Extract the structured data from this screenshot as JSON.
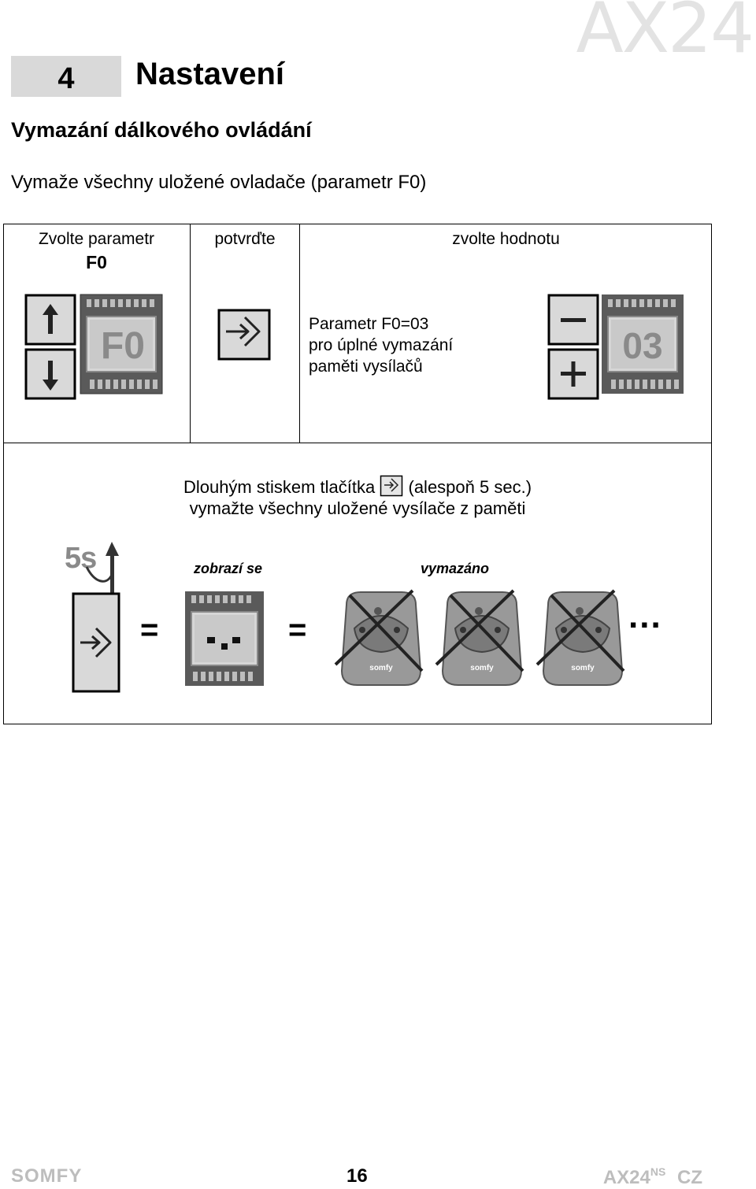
{
  "brand": "AX24",
  "chapter": {
    "number": "4",
    "title": "Nastavení"
  },
  "section_title": "Vymazání dálkového ovládání",
  "description": "Vymaže všechny uložené ovladače (parametr F0)",
  "steps": {
    "select_label": "Zvolte parametr",
    "select_param": "F0",
    "confirm_label": "potvrďte",
    "value_label": "zvolte hodnotu",
    "display_f0": "F0",
    "display_value": "03",
    "note_lines": [
      "Parametr F0=03",
      "pro úplné vymazání",
      "paměti vysílačů"
    ]
  },
  "instruction": {
    "line1_a": "Dlouhým stiskem tlačítka",
    "line1_b": "(alespoň 5 sec.)",
    "line2": "vymažte všechny uložené vysílače z paměti",
    "hold_time": "5s",
    "caption_display": "zobrazí se",
    "caption_erased": "vymazáno",
    "equals": "=",
    "ellipsis": "...",
    "display_symbol": "-.-",
    "remote_brand": "somfy"
  },
  "footer": {
    "brand": "SOMFY",
    "page": "16",
    "model": "AX24",
    "model_sup": "NS",
    "lang": "CZ"
  }
}
